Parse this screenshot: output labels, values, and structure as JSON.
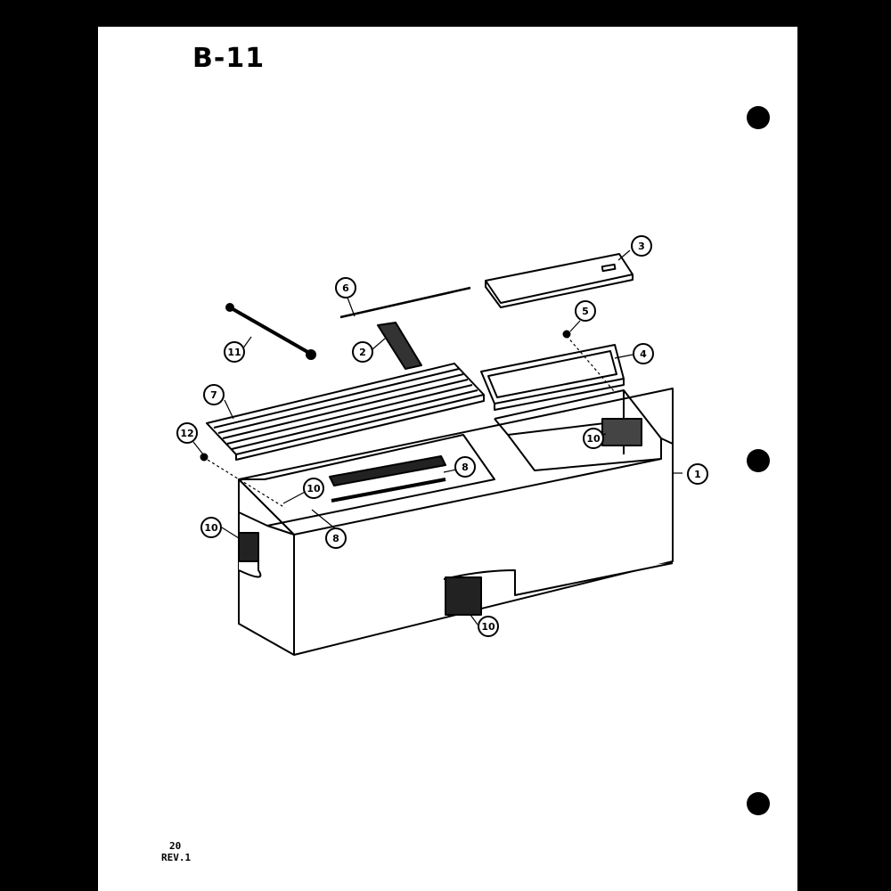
{
  "page": {
    "title": "B-11",
    "page_number": "20",
    "revision": "REV.1"
  },
  "callouts": [
    {
      "id": "c1",
      "label": "1"
    },
    {
      "id": "c2",
      "label": "2"
    },
    {
      "id": "c3",
      "label": "3"
    },
    {
      "id": "c4",
      "label": "4"
    },
    {
      "id": "c5",
      "label": "5"
    },
    {
      "id": "c6",
      "label": "6"
    },
    {
      "id": "c7",
      "label": "7"
    },
    {
      "id": "c8a",
      "label": "8"
    },
    {
      "id": "c8b",
      "label": "8"
    },
    {
      "id": "c10a",
      "label": "10"
    },
    {
      "id": "c10b",
      "label": "10"
    },
    {
      "id": "c10c",
      "label": "10"
    },
    {
      "id": "c10d",
      "label": "10"
    },
    {
      "id": "c11",
      "label": "11"
    },
    {
      "id": "c12",
      "label": "12"
    }
  ]
}
